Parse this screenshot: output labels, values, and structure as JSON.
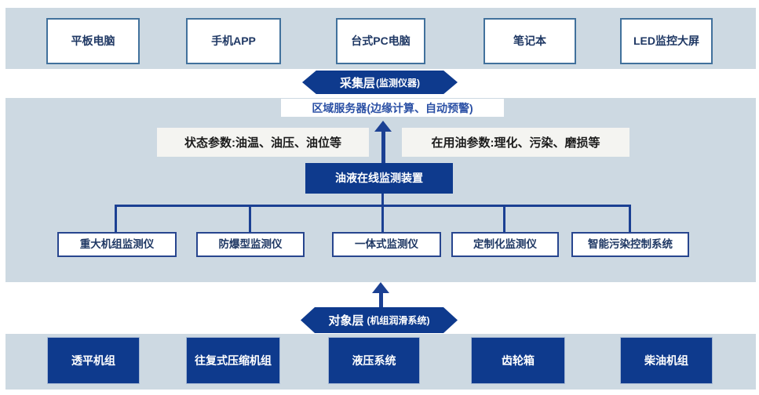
{
  "colors": {
    "band_background": "#cdd9e2",
    "dark_blue_fill": "#0e3a8d",
    "connector_blue": "#1b4093",
    "navy_text": "#1f3864",
    "top_box_border": "#41719c"
  },
  "top_band": {
    "boxes": [
      {
        "label": "平板电脑"
      },
      {
        "label": "手机APP"
      },
      {
        "label": "台式PC电脑"
      },
      {
        "label": "笔记本"
      },
      {
        "label": "LED监控大屏"
      }
    ]
  },
  "collection_layer": {
    "title": "采集层",
    "subtitle": "(监测仪器)"
  },
  "server_box": {
    "label": "区域服务器(边缘计算、自动预警)"
  },
  "param_labels": {
    "left": "状态参数:油温、油压、油位等",
    "right": "在用油参数:理化、污染、磨损等"
  },
  "device_box": {
    "label": "油液在线监测装置"
  },
  "monitor_row": {
    "boxes": [
      {
        "label": "重大机组监测仪"
      },
      {
        "label": "防爆型监测仪"
      },
      {
        "label": "一体式监测仪"
      },
      {
        "label": "定制化监测仪"
      },
      {
        "label": "智能污染控制系统"
      }
    ]
  },
  "object_layer": {
    "title": "对象层",
    "subtitle": "(机组润滑系统)"
  },
  "bottom_band": {
    "boxes": [
      {
        "label": "透平机组"
      },
      {
        "label": "往复式压缩机组"
      },
      {
        "label": "液压系统"
      },
      {
        "label": "齿轮箱"
      },
      {
        "label": "柴油机组"
      }
    ]
  }
}
